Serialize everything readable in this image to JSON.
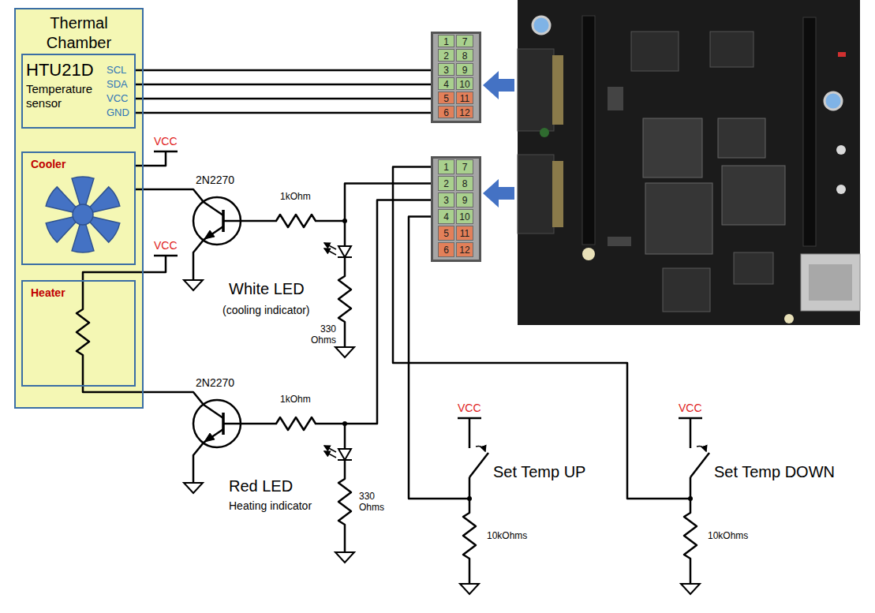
{
  "diagram": {
    "nodes": [
      {
        "text": [
          "Thermal Chamber"
        ]
      },
      {
        "text": [
          "HTU21D",
          "Temperature sensor",
          "SCL",
          "SDA",
          "VCC",
          "GND"
        ],
        "in": 0
      },
      {
        "text": [
          "Cooler"
        ],
        "in": 0
      },
      {
        "text": [
          "Heater"
        ],
        "in": 0
      },
      {
        "text": [
          "1",
          "7",
          "2",
          "8",
          "3",
          "9",
          "4",
          "10",
          "5",
          "11",
          "6",
          "12"
        ]
      },
      {
        "text": [
          "1",
          "7",
          "2",
          "8",
          "3",
          "9",
          "4",
          "10",
          "5",
          "11",
          "6",
          "12"
        ]
      }
    ],
    "edges": [
      {
        "from": 1,
        "to": 4,
        "arrow": "none"
      },
      {
        "from": 1,
        "to": 4,
        "arrow": "none"
      },
      {
        "from": 1,
        "to": 4,
        "arrow": "none"
      },
      {
        "from": 1,
        "to": 4,
        "arrow": "none"
      }
    ],
    "labels": [
      "VCC",
      "2N2270",
      "1kOhm",
      "White LED",
      "(cooling indicator)",
      "330 Ohms",
      "VCC",
      "2N2270",
      "1kOhm",
      "Red LED",
      "Heating indicator",
      "330 Ohms",
      "VCC",
      "Set Temp UP",
      "10kOhms",
      "VCC",
      "Set Temp DOWN",
      "10kOhms"
    ]
  }
}
